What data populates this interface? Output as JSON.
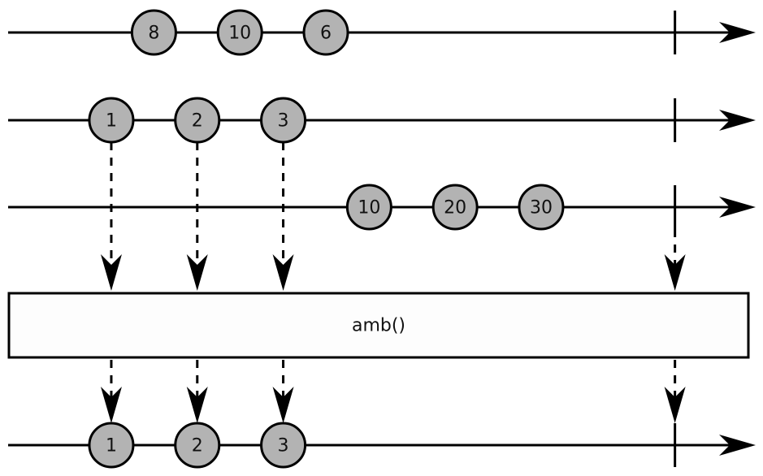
{
  "diagram": {
    "type": "marble-diagram",
    "operator": {
      "label": "amb()"
    },
    "colors": {
      "marble_fill": "#b3b3b3",
      "stroke": "#000000",
      "box_fill": "#fdfdfd"
    },
    "input_streams": [
      {
        "id": "source-1",
        "marbles": [
          {
            "label": "8",
            "t": 0.195
          },
          {
            "label": "10",
            "t": 0.31
          },
          {
            "label": "6",
            "t": 0.425
          }
        ],
        "completes": true,
        "emits_to_operator": false
      },
      {
        "id": "source-2",
        "marbles": [
          {
            "label": "1",
            "t": 0.138
          },
          {
            "label": "2",
            "t": 0.253
          },
          {
            "label": "3",
            "t": 0.368
          }
        ],
        "completes": true,
        "emits_to_operator": true
      },
      {
        "id": "source-3",
        "marbles": [
          {
            "label": "10",
            "t": 0.483
          },
          {
            "label": "20",
            "t": 0.598
          },
          {
            "label": "30",
            "t": 0.713
          }
        ],
        "completes": true,
        "emits_to_operator": false
      }
    ],
    "output_stream": {
      "id": "result",
      "marbles": [
        {
          "label": "1",
          "t": 0.138
        },
        {
          "label": "2",
          "t": 0.253
        },
        {
          "label": "3",
          "t": 0.368
        }
      ],
      "completes": true
    },
    "completion_t": 0.892
  }
}
